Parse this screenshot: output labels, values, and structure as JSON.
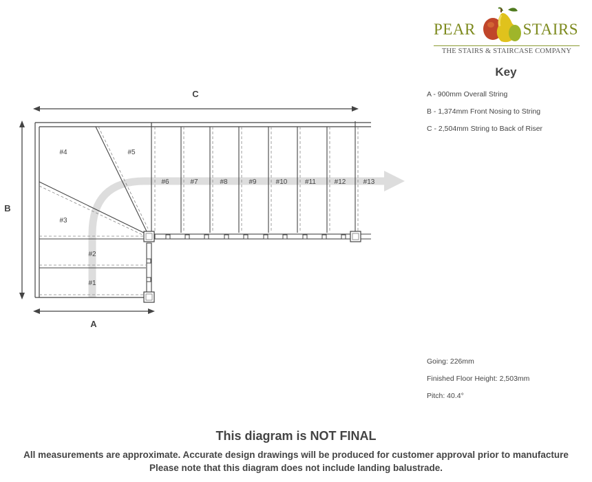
{
  "logo": {
    "word_left": "PEAR",
    "word_right": "STAIRS",
    "tagline": "THE STAIRS & STAIRCASE COMPANY",
    "colors": {
      "text": "#7d8a1e",
      "pear_green": "#9fb52a",
      "pear_yellow": "#e0c21c",
      "pear_red": "#c0452a",
      "leaf": "#4f7a1e"
    }
  },
  "key": {
    "title": "Key",
    "items": [
      "A - 900mm Overall String",
      "B - 1,374mm Front Nosing to String",
      "C - 2,504mm String to Back of Riser"
    ]
  },
  "specs": [
    "Going: 226mm",
    "Finished Floor Height: 2,503mm",
    "Pitch: 40.4°"
  ],
  "diagram": {
    "dimension_labels": {
      "a": "A",
      "b": "B",
      "c": "C"
    },
    "steps": [
      "#1",
      "#2",
      "#3",
      "#4",
      "#5",
      "#6",
      "#7",
      "#8",
      "#9",
      "#10",
      "#11",
      "#12",
      "#13"
    ],
    "colors": {
      "line": "#444444",
      "arrow": "#dddddd",
      "dashed": "#888888"
    }
  },
  "notice": {
    "title": "This diagram is NOT FINAL",
    "line1": "All measurements are approximate. Accurate design drawings will be produced for customer approval prior to manufacture",
    "line2": "Please note that this diagram does not include landing balustrade."
  }
}
